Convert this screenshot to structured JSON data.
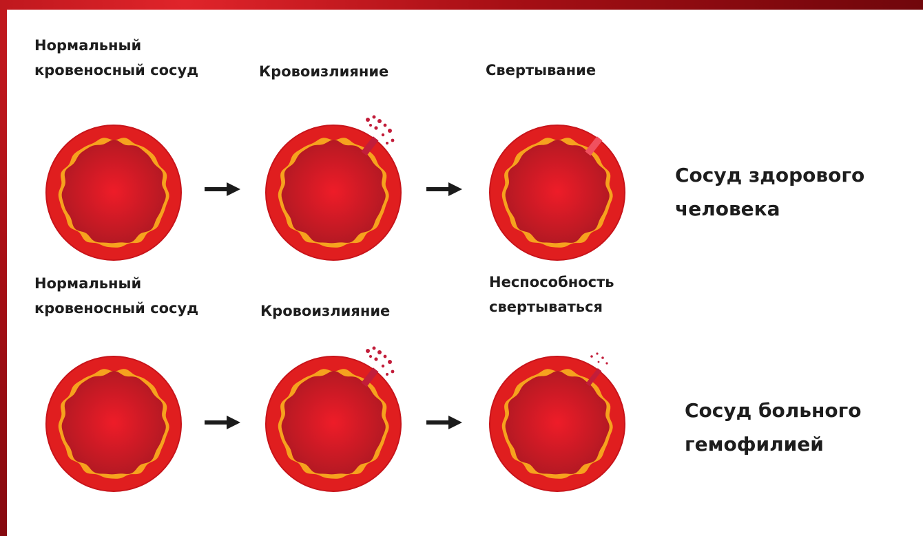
{
  "colors": {
    "vessel_outer": "#e01e1f",
    "vessel_border": "#c8141a",
    "vessel_ring": "#f6a21e",
    "lumen_center": "#ee1c28",
    "lumen_edge": "#b51923",
    "blood_splash": "#c21d3a",
    "clot": "#f0515f",
    "arrow": "#1b1b1b"
  },
  "rows": [
    {
      "steps": [
        {
          "label": "Нормальный\nкровеносный сосуд",
          "state": "normal"
        },
        {
          "label": "Кровоизлияние",
          "state": "bleeding"
        },
        {
          "label": "Свертывание",
          "state": "clotted"
        }
      ],
      "caption": "Сосуд здорового\nчеловека"
    },
    {
      "steps": [
        {
          "label": "Нормальный\nкровеносный сосуд",
          "state": "normal"
        },
        {
          "label": "Кровоизлияние",
          "state": "bleeding"
        },
        {
          "label": "Неспособность\nсвертываться",
          "state": "no-clotting"
        }
      ],
      "caption": "Сосуд больного\nгемофилией"
    }
  ],
  "arrow_icon": "arrow-right-icon"
}
